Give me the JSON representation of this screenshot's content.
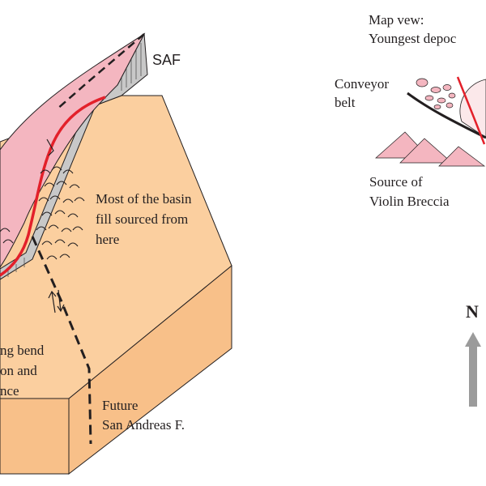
{
  "labels": {
    "saf": "SAF",
    "basin_fill": [
      "Most of the basin",
      "fill sourced from",
      "here"
    ],
    "bend_partial": [
      "ng bend",
      "on and",
      "nce"
    ],
    "future_saf": [
      "Future",
      "San Andreas F."
    ],
    "map_view": [
      "Map vew:",
      "Youngest depoc"
    ],
    "conveyor": [
      "Conveyor",
      "belt"
    ],
    "source": [
      "Source of",
      "Violin Breccia"
    ],
    "north": "N"
  },
  "icons": [
    "north-arrow-icon"
  ],
  "colors": {
    "block_top": "#fbcf9f",
    "block_side": "#f8c089",
    "basin_pink": "#f4b6c0",
    "fault_red": "#e3202a",
    "fault_black": "#231f20",
    "wall_gray": "#c8c8c8",
    "north_arrow": "#9b9b9b"
  }
}
